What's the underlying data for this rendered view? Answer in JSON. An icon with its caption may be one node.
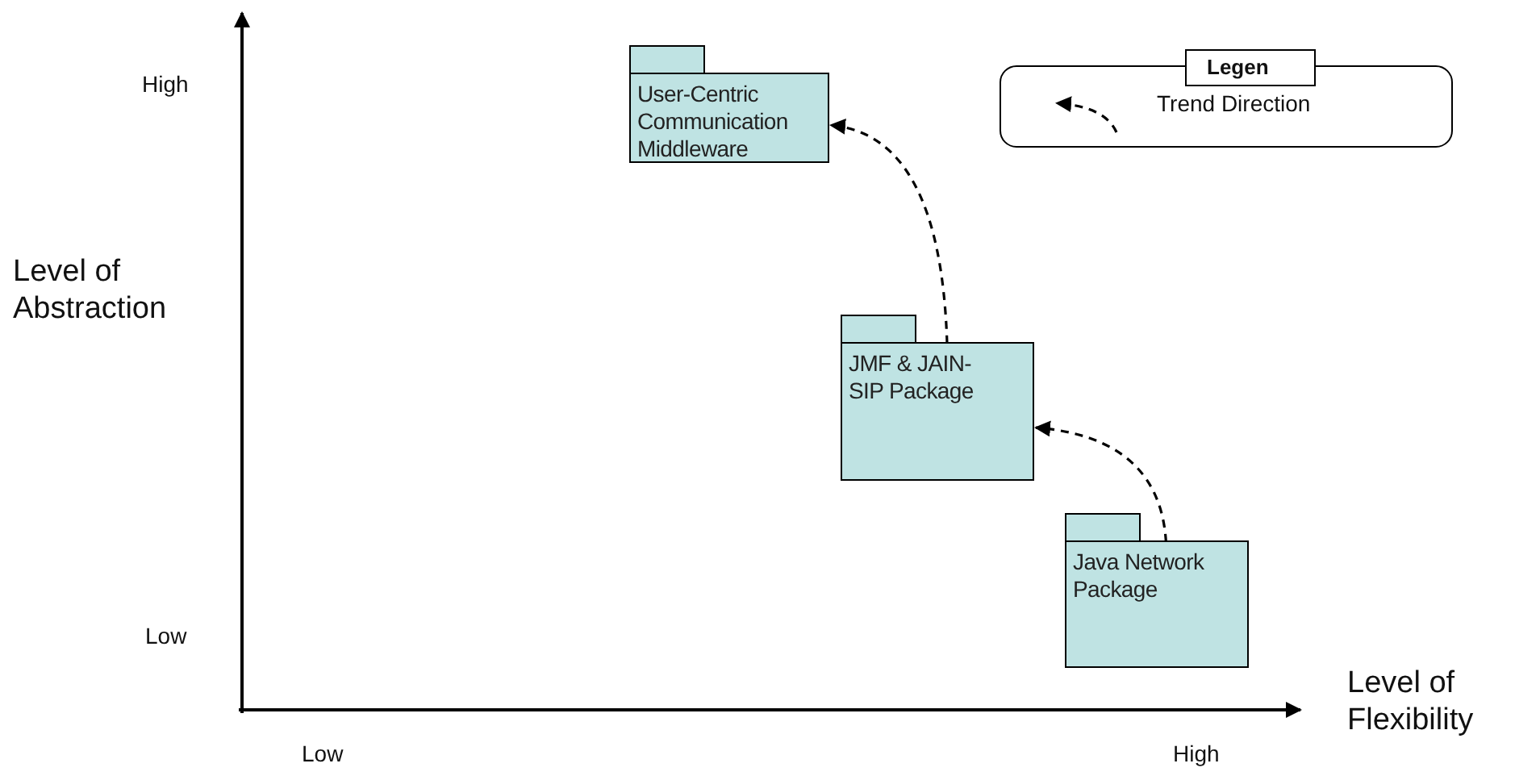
{
  "diagram": {
    "nodes": [
      {
        "text": [
          "User-Centric Communication Middleware"
        ]
      },
      {
        "text": [
          "JMF & JAIN-SIP Package"
        ]
      },
      {
        "text": [
          "Java Network Package"
        ]
      }
    ],
    "edges": [
      {
        "from": 2,
        "to": 1,
        "arrow": "to",
        "style": "dashed"
      },
      {
        "from": 1,
        "to": 0,
        "arrow": "to",
        "style": "dashed"
      }
    ],
    "labels": [
      "High",
      "Level of Abstraction",
      "Low",
      "Low",
      "High",
      "Level of Flexibility",
      "Legen"
    ],
    "legend": [
      {
        "text": "Trend Direction"
      }
    ]
  }
}
